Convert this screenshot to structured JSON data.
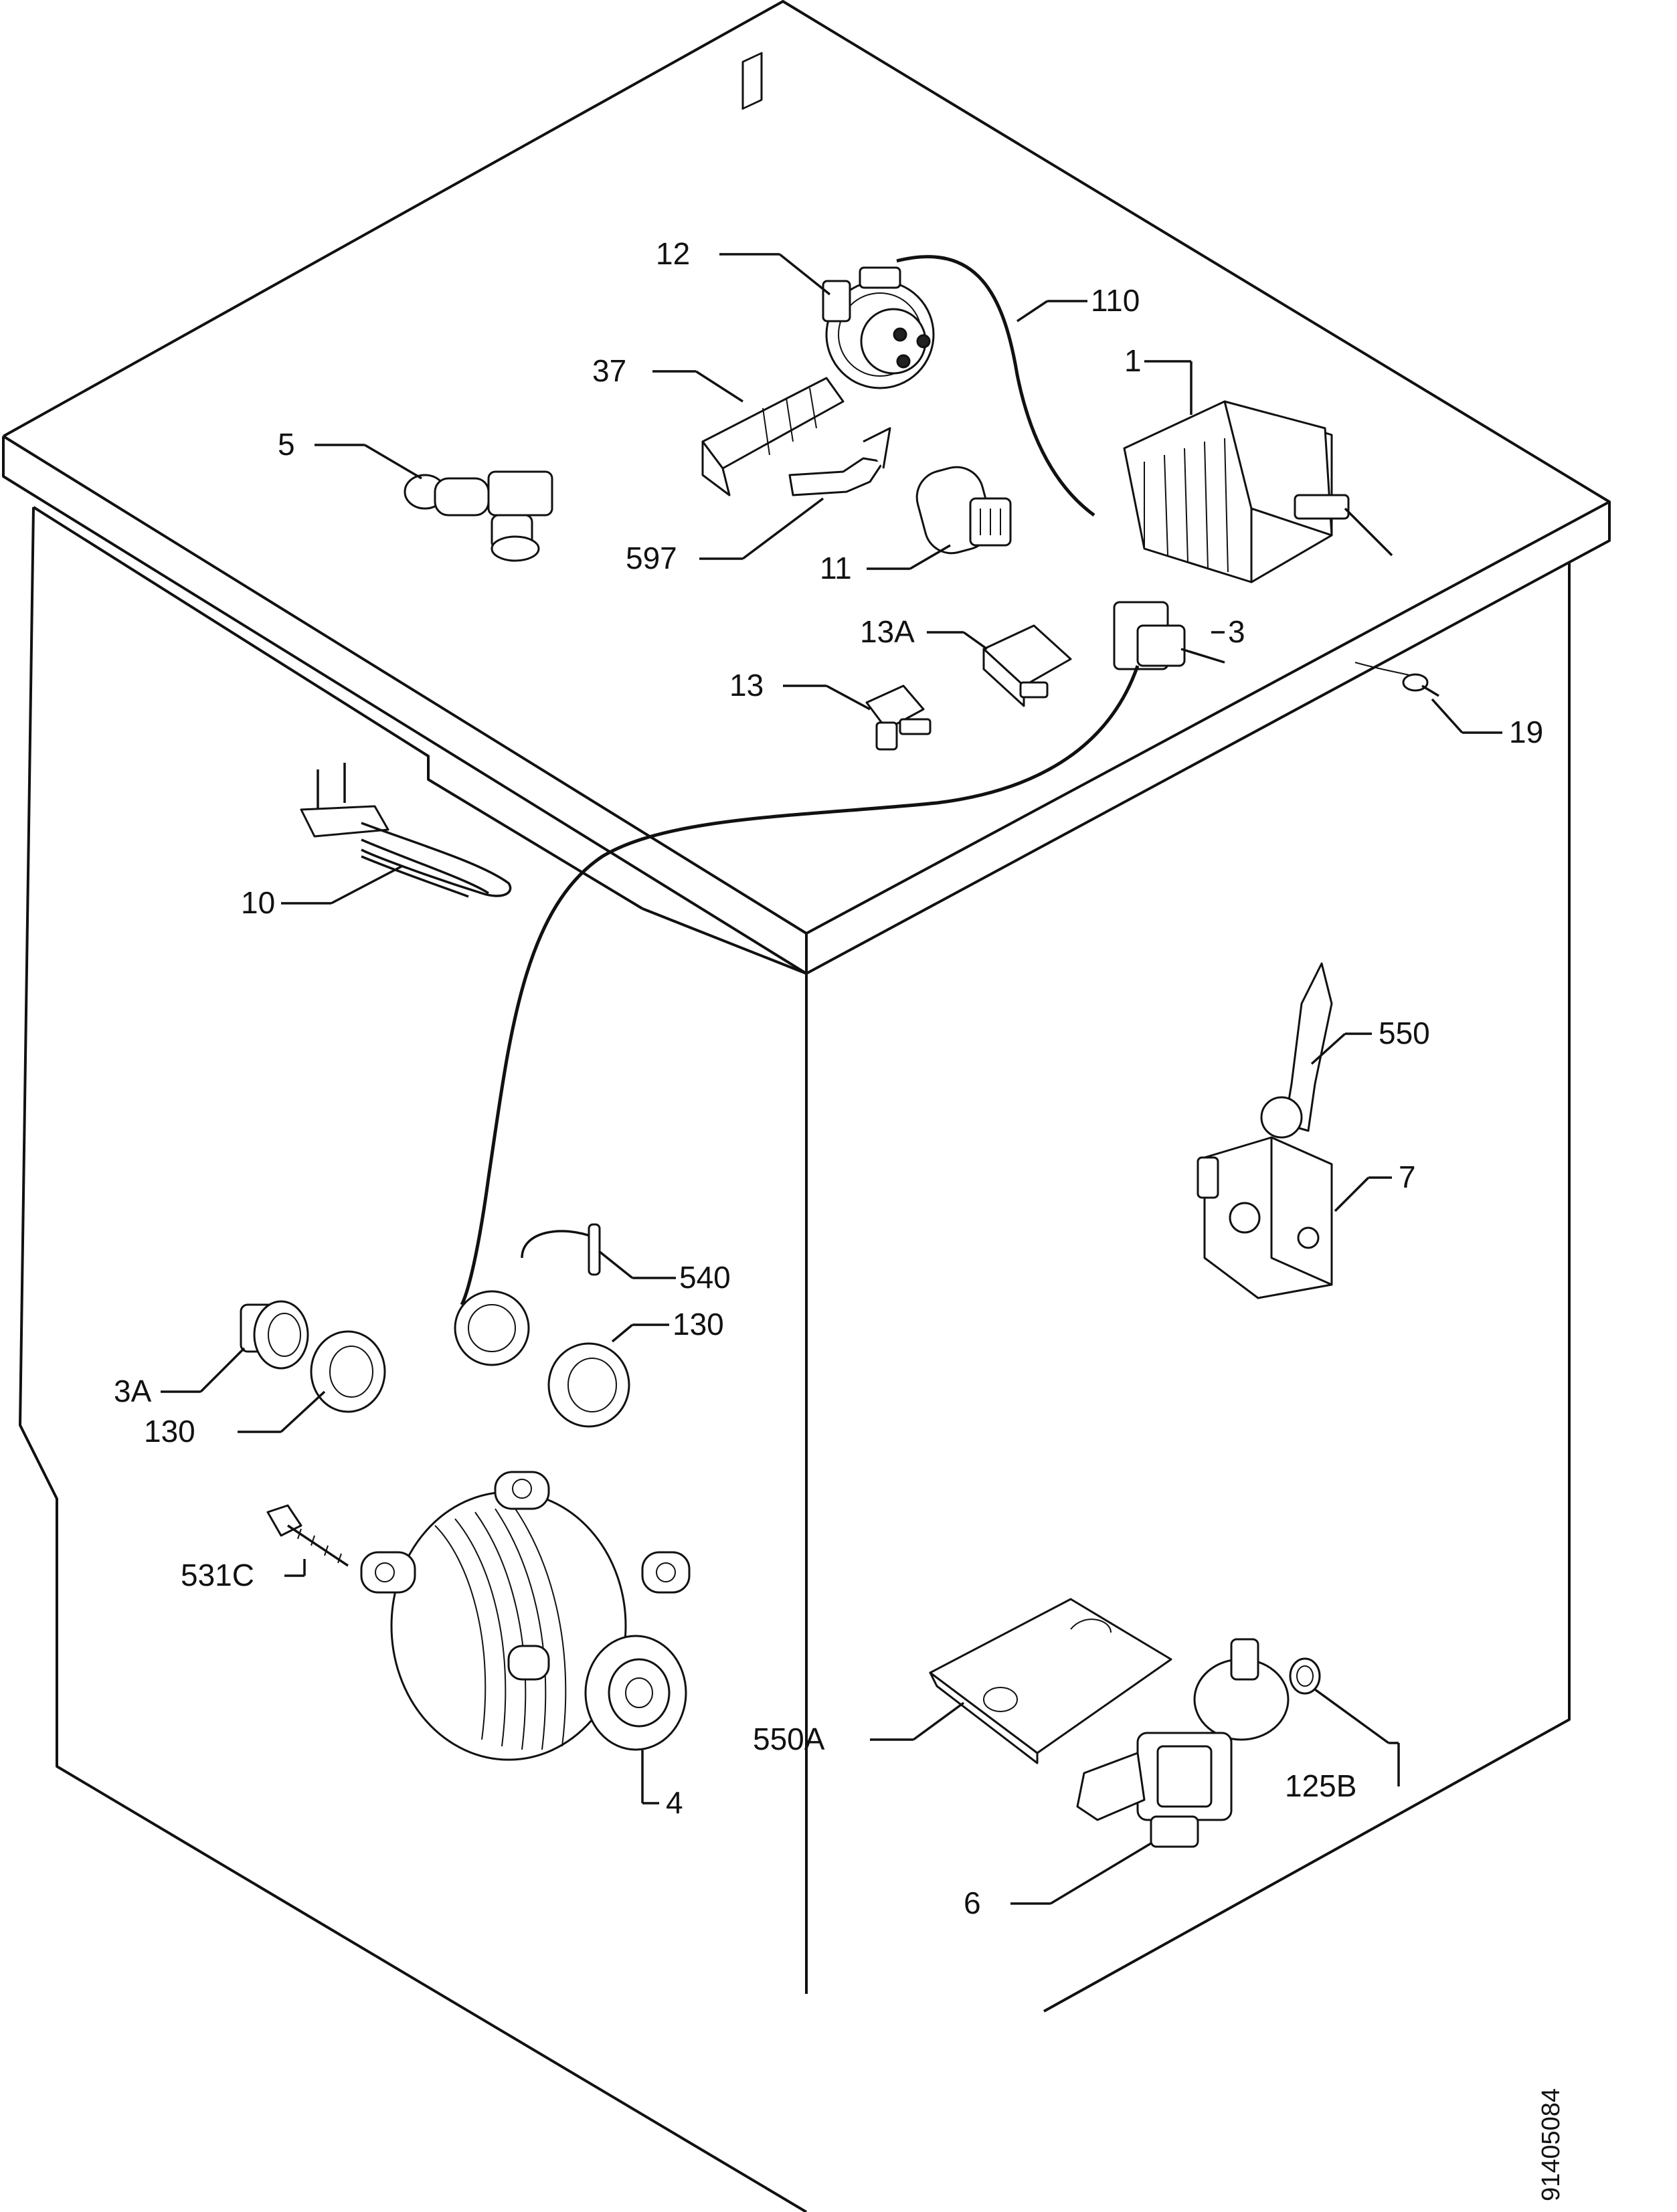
{
  "diagram": {
    "doc_number": "91405084",
    "callouts": {
      "c12": "12",
      "c110": "110",
      "c1": "1",
      "c37": "37",
      "c5": "5",
      "c597": "597",
      "c11": "11",
      "c13A": "13A",
      "c3": "3",
      "c13": "13",
      "c19": "19",
      "c10": "10",
      "c550": "550",
      "c7": "7",
      "c540": "540",
      "c130a": "130",
      "c3A": "3A",
      "c130b": "130",
      "c531C": "531C",
      "c4": "4",
      "c550A": "550A",
      "c125B": "125B",
      "c6": "6"
    }
  }
}
